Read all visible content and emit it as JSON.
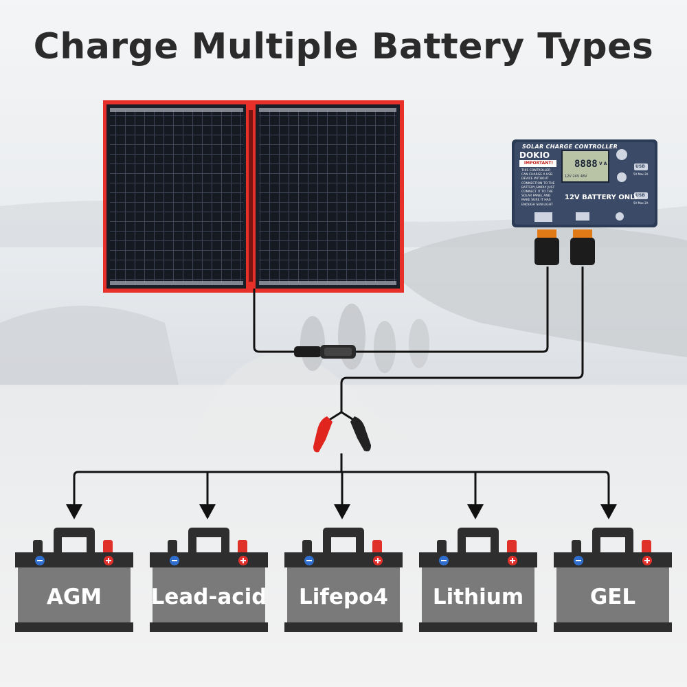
{
  "title": "Charge Multiple Battery Types",
  "controller": {
    "header": "SOLAR CHARGE CONTROLLER",
    "brand": "DOKIO",
    "important_label": "IMPORTANT!",
    "notice_lines": [
      "THIS CONTROLLER",
      "CAN CHARGE A USB",
      "DEVICE WITHOUT",
      "CONNECTION TO THE",
      "BATTERY,SIMPLY JUST",
      "CONNECT IT TO THE",
      "SOLAR PANEL AND",
      "MAKE SURE IT HAS",
      "ENOUGH SUN LIGHT"
    ],
    "lcd_digits": "8888",
    "lcd_units": "V A",
    "lcd_voltages": "12V 24V 48V",
    "battery_only_label": "12V BATTERY ONLY",
    "usb_label": "USB",
    "usb_spec": "5V Max 2A"
  },
  "batteries": [
    "AGM",
    "Lead-acid",
    "Lifepo4",
    "Lithium",
    "GEL"
  ],
  "colors": {
    "panel_frame": "#e8302a",
    "panel_cells": "#141820",
    "controller_body": "#3b4a66",
    "battery_body": "#7a7a7a",
    "battery_dark": "#2e2e2e",
    "terminal_positive": "#e0302a",
    "terminal_negative": "#2f6fcf",
    "clamp_red": "#e0251f",
    "clamp_black": "#222222"
  }
}
